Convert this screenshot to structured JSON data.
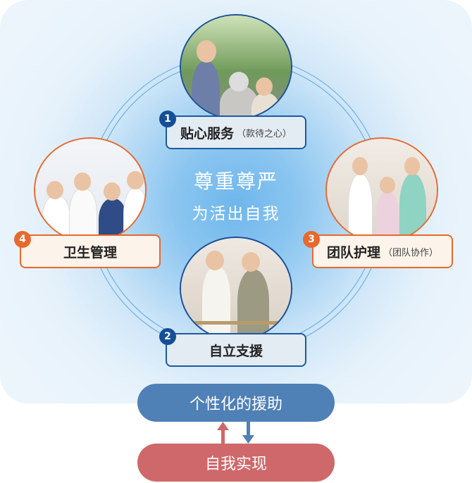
{
  "center": {
    "title": "尊重尊严",
    "subtitle": "为活出自我"
  },
  "items": [
    {
      "number": "1",
      "label": "贴心服务",
      "note": "（款待之心）"
    },
    {
      "number": "2",
      "label": "自立支援",
      "note": ""
    },
    {
      "number": "3",
      "label": "团队护理",
      "note": "（团队协作）"
    },
    {
      "number": "4",
      "label": "卫生管理",
      "note": ""
    }
  ],
  "flow": {
    "top": "个性化的援助",
    "bottom": "自我实现"
  },
  "colors": {
    "blue": "#1b5aa0",
    "orange": "#e8692e",
    "pill_blue": "#4f80b6",
    "pill_red": "#cf686a"
  }
}
